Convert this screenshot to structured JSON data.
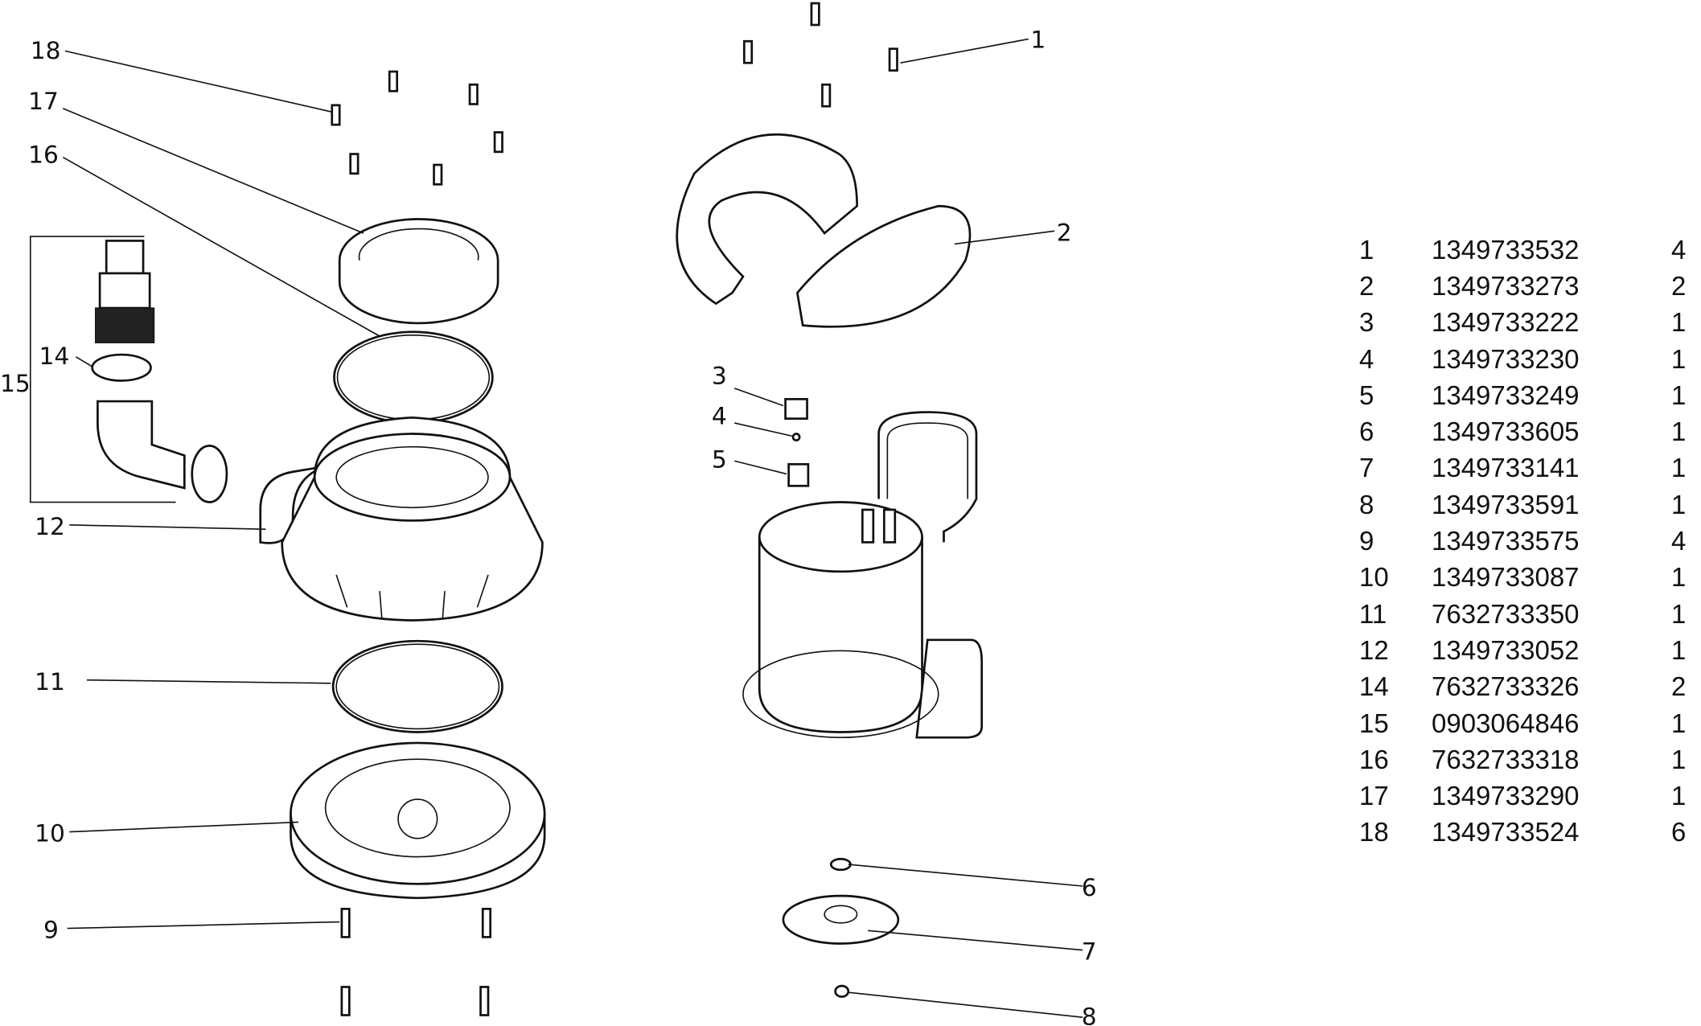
{
  "callouts": [
    "1",
    "2",
    "3",
    "4",
    "5",
    "6",
    "7",
    "8",
    "9",
    "10",
    "11",
    "12",
    "14",
    "15",
    "16",
    "17",
    "18"
  ],
  "parts_list": [
    {
      "no": "1",
      "part": "1349733532",
      "qty": "4"
    },
    {
      "no": "2",
      "part": "1349733273",
      "qty": "2"
    },
    {
      "no": "3",
      "part": "1349733222",
      "qty": "1"
    },
    {
      "no": "4",
      "part": "1349733230",
      "qty": "1"
    },
    {
      "no": "5",
      "part": "1349733249",
      "qty": "1"
    },
    {
      "no": "6",
      "part": "1349733605",
      "qty": "1"
    },
    {
      "no": "7",
      "part": "1349733141",
      "qty": "1"
    },
    {
      "no": "8",
      "part": "1349733591",
      "qty": "1"
    },
    {
      "no": "9",
      "part": "1349733575",
      "qty": "4"
    },
    {
      "no": "10",
      "part": "1349733087",
      "qty": "1"
    },
    {
      "no": "11",
      "part": "7632733350",
      "qty": "1"
    },
    {
      "no": "12",
      "part": "1349733052",
      "qty": "1"
    },
    {
      "no": "14",
      "part": "7632733326",
      "qty": "2"
    },
    {
      "no": "15",
      "part": "0903064846",
      "qty": "1"
    },
    {
      "no": "16",
      "part": "7632733318",
      "qty": "1"
    },
    {
      "no": "17",
      "part": "1349733290",
      "qty": "1"
    },
    {
      "no": "18",
      "part": "1349733524",
      "qty": "6"
    }
  ]
}
